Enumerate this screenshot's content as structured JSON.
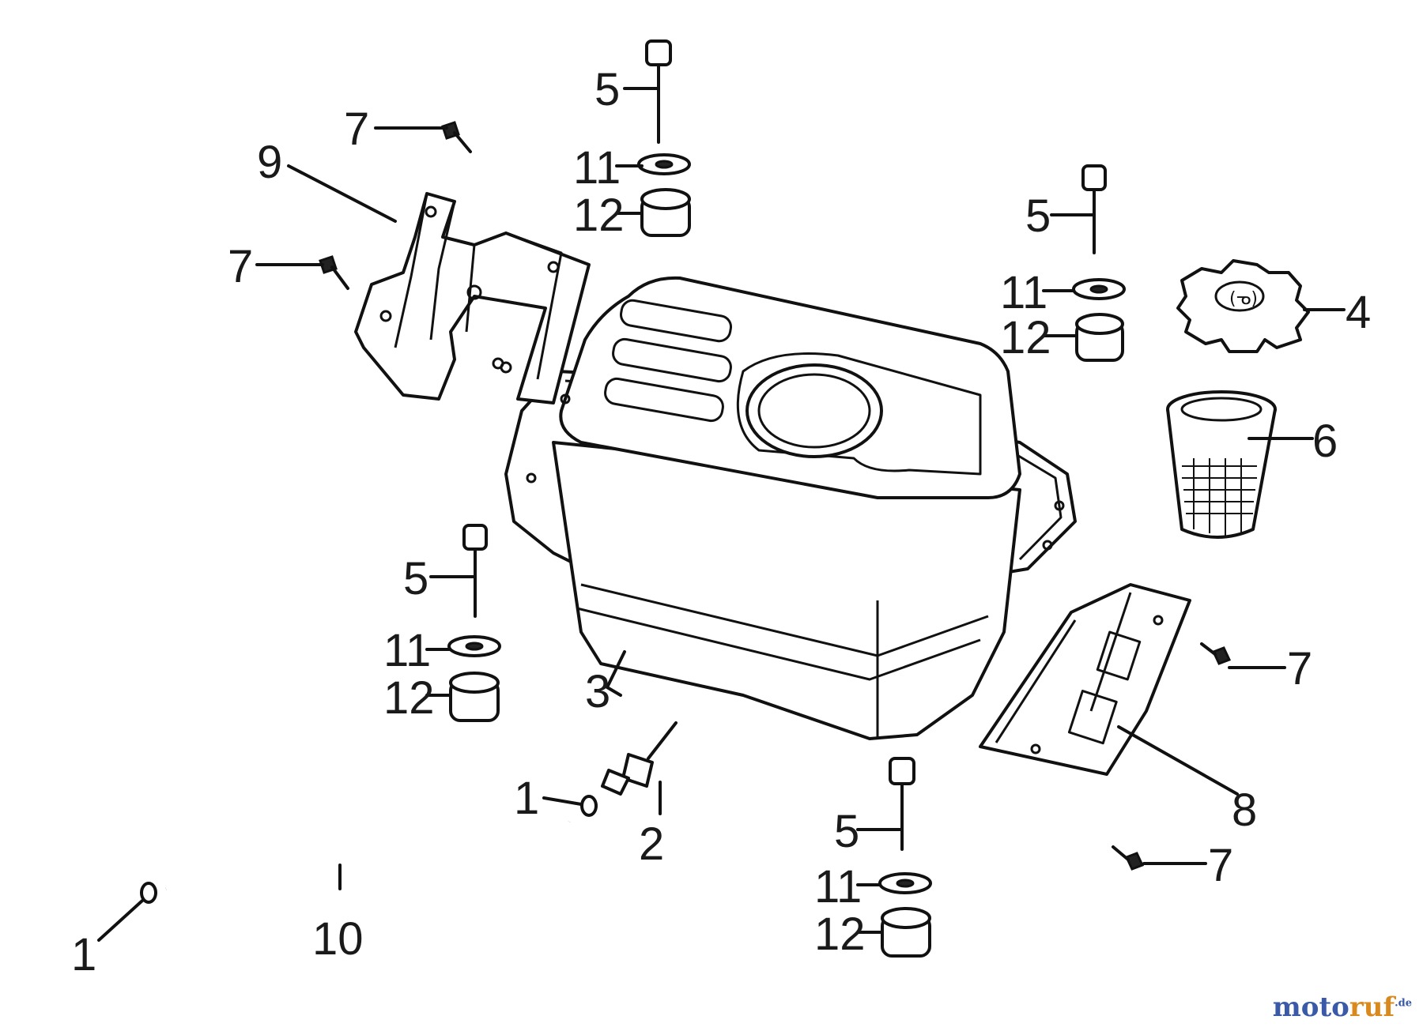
{
  "callouts": [
    {
      "id": "c1a",
      "label": "1"
    },
    {
      "id": "c1b",
      "label": "1"
    },
    {
      "id": "c2",
      "label": "2"
    },
    {
      "id": "c3",
      "label": "3"
    },
    {
      "id": "c4",
      "label": "4"
    },
    {
      "id": "c5a",
      "label": "5"
    },
    {
      "id": "c5b",
      "label": "5"
    },
    {
      "id": "c5c",
      "label": "5"
    },
    {
      "id": "c5d",
      "label": "5"
    },
    {
      "id": "c6",
      "label": "6"
    },
    {
      "id": "c7a",
      "label": "7"
    },
    {
      "id": "c7b",
      "label": "7"
    },
    {
      "id": "c7c",
      "label": "7"
    },
    {
      "id": "c7d",
      "label": "7"
    },
    {
      "id": "c8",
      "label": "8"
    },
    {
      "id": "c9",
      "label": "9"
    },
    {
      "id": "c10",
      "label": "10"
    },
    {
      "id": "c11a",
      "label": "11"
    },
    {
      "id": "c11b",
      "label": "11"
    },
    {
      "id": "c11c",
      "label": "11"
    },
    {
      "id": "c11d",
      "label": "11"
    },
    {
      "id": "c12a",
      "label": "12"
    },
    {
      "id": "c12b",
      "label": "12"
    },
    {
      "id": "c12c",
      "label": "12"
    },
    {
      "id": "c12d",
      "label": "12"
    }
  ],
  "watermark": {
    "part1": "moto",
    "part2": "ruf",
    "tld": ".de",
    "color_primary": "#3a5aa8",
    "color_accent": "#d98a1e"
  }
}
